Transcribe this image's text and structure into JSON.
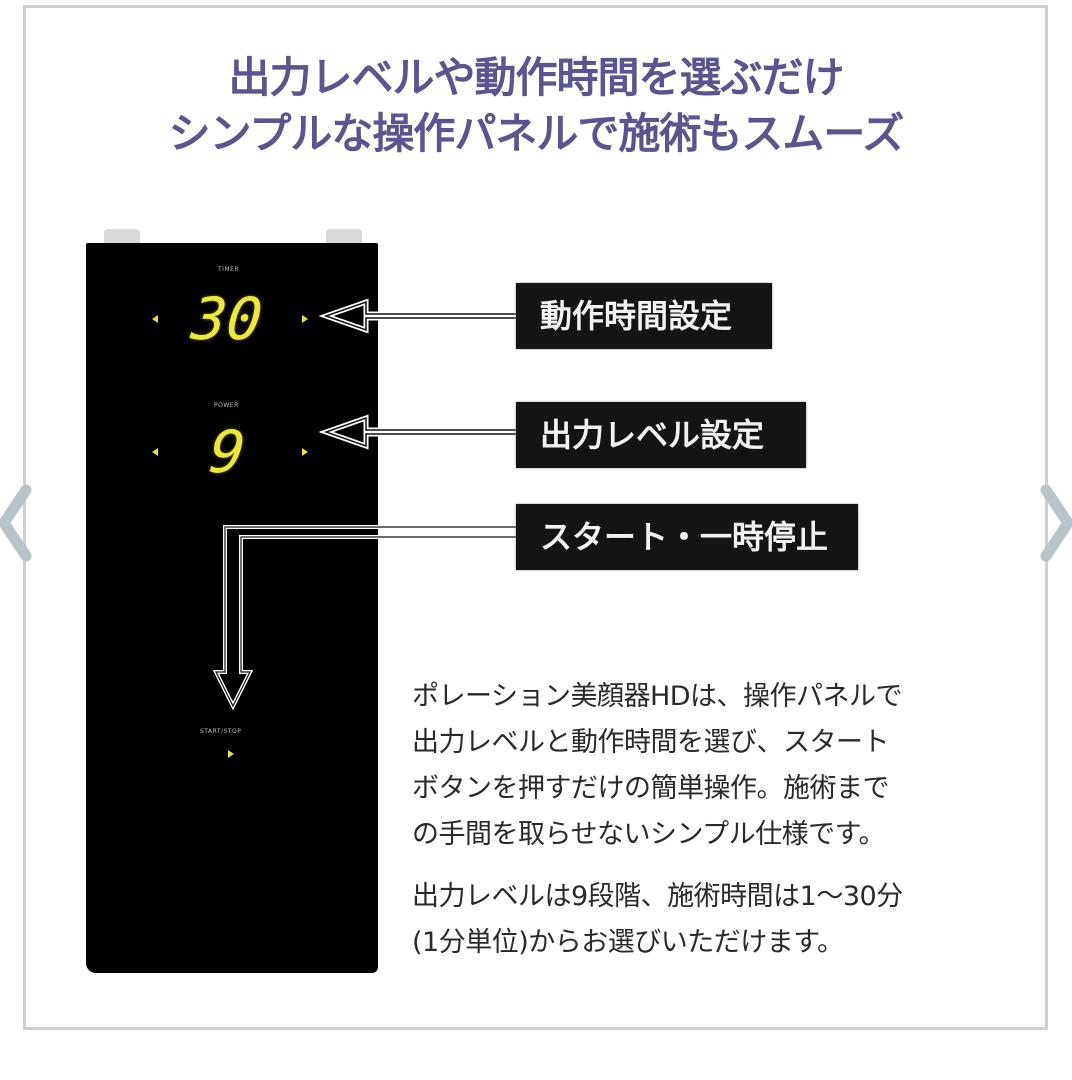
{
  "headline": {
    "line1": "出力レベルや動作時間を選ぶだけ",
    "line2": "シンプルな操作パネルで施術もスムーズ"
  },
  "carousel": {
    "prev_icon": "chevron-left-icon",
    "next_icon": "chevron-right-icon",
    "arrow_color": "#b8c4c8"
  },
  "device_panel": {
    "timer_label": "TIMER",
    "timer_value": "30",
    "power_label": "POWER",
    "power_value": "9",
    "start_label": "START/STOP",
    "display_color": "#ecea38"
  },
  "callouts": [
    {
      "label": "動作時間設定"
    },
    {
      "label": "出力レベル設定"
    },
    {
      "label": "スタート・一時停止"
    }
  ],
  "description": {
    "paragraph1": [
      "ポレーション美顔器HDは、操作パネルで",
      "出力レベルと動作時間を選び、スタート",
      "ボタンを押すだけの簡単操作。施術まで",
      "の手間を取らせないシンプル仕様です。"
    ],
    "paragraph2": [
      "出力レベルは9段階、施術時間は1〜30分",
      "(1分単位)からお選びいただけます。"
    ]
  },
  "colors": {
    "headline": "#5a5490",
    "callout_bg": "#141414",
    "frame_border": "#cfcfcf"
  }
}
